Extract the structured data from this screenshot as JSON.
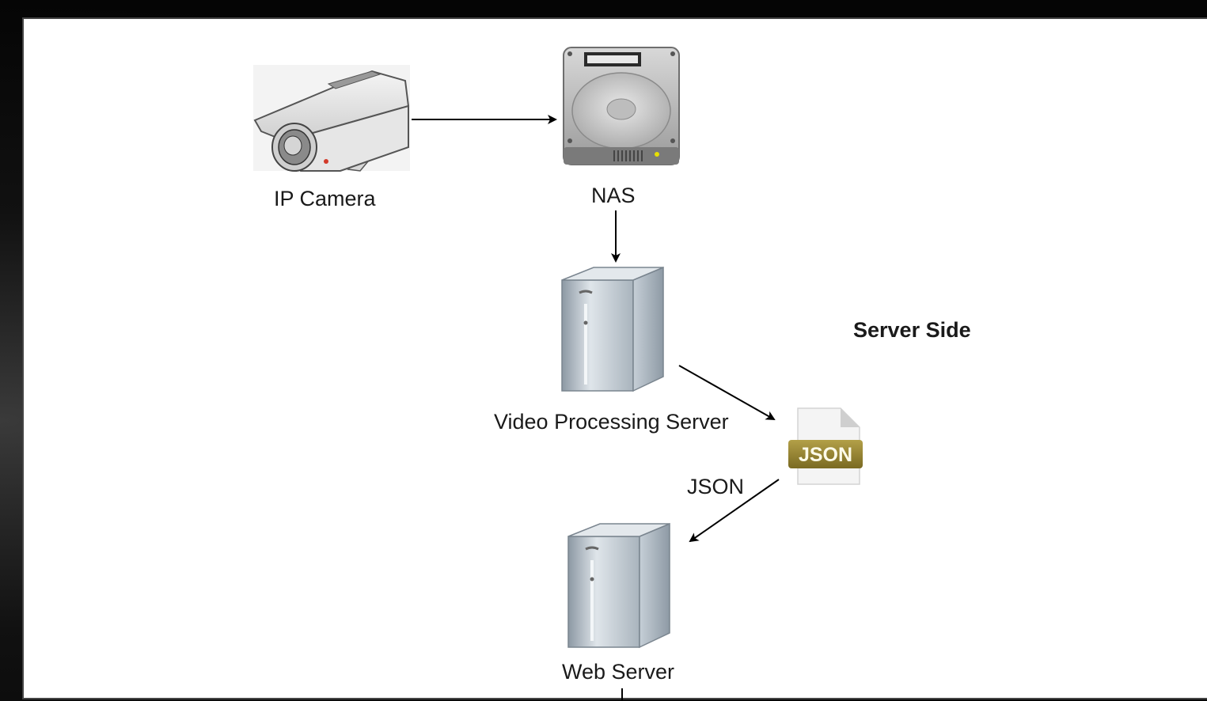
{
  "diagram": {
    "section_title": "Server Side",
    "nodes": [
      {
        "id": "ip-camera",
        "label": "IP Camera",
        "icon": "security-camera-icon"
      },
      {
        "id": "nas",
        "label": "NAS",
        "icon": "hard-drive-icon"
      },
      {
        "id": "video-processing-server",
        "label": "Video Processing Server",
        "icon": "server-tower-icon"
      },
      {
        "id": "json-file",
        "label": "",
        "icon": "json-file-icon",
        "badge_text": "JSON"
      },
      {
        "id": "web-server",
        "label": "Web Server",
        "icon": "server-tower-icon"
      }
    ],
    "edges": [
      {
        "from": "ip-camera",
        "to": "nas",
        "label": ""
      },
      {
        "from": "nas",
        "to": "video-processing-server",
        "label": ""
      },
      {
        "from": "video-processing-server",
        "to": "json-file",
        "label": ""
      },
      {
        "from": "json-file",
        "to": "web-server",
        "label": "JSON"
      }
    ]
  },
  "colors": {
    "line": "#000000",
    "json_badge": "#8c7a2e",
    "server_body": "#b9c3cc"
  }
}
